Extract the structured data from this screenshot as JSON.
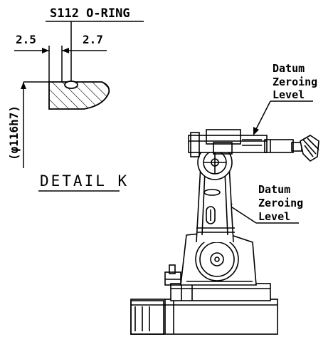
{
  "detail": {
    "oring_label": "S112 O-RING",
    "dim_left": "2.5",
    "dim_right": "2.7",
    "diameter": "(φ116h7)",
    "title": "DETAIL K"
  },
  "robot": {
    "datum_upper": [
      "Datum",
      "Zeroing",
      "Level"
    ],
    "datum_lower": [
      "Datum",
      "Zeroing",
      "Level"
    ]
  }
}
